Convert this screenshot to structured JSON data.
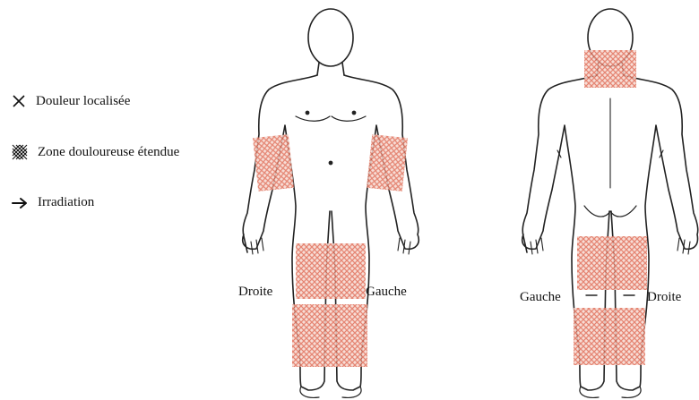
{
  "legend": {
    "localized": "Douleur localisée",
    "extended": "Zone douloureuse étendue",
    "irradiation": "Irradiation"
  },
  "front_view": {
    "right_label": "Droite",
    "left_label": "Gauche"
  },
  "back_view": {
    "left_label": "Gauche",
    "right_label": "Droite"
  },
  "colors": {
    "hatch": "#e0705a",
    "outline": "#222222"
  },
  "icons": [
    "cross-icon",
    "crosshatch-icon",
    "arrow-right-icon"
  ]
}
